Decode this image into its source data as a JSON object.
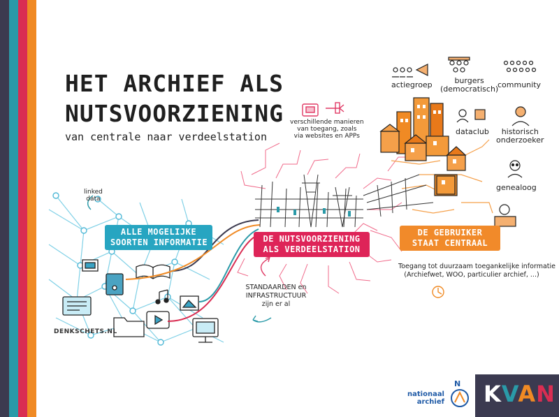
{
  "title": {
    "line1": "HET ARCHIEF ALS",
    "line2": "NUTSVOORZIENING",
    "subtitle": "van centrale naar verdeelstation"
  },
  "linked_data": "linked\ndata",
  "access_note": "verschillende manieren\nvan toegang, zoals\nvia websites en APPs",
  "banners": {
    "information": "ALLE MOGELIJKE\nSOORTEN INFORMATIE",
    "utility": "DE NUTSVOORZIENING\nALS VERDEELSTATION",
    "user": "DE GEBRUIKER\nSTAAT CENTRAAL"
  },
  "users": {
    "actiegroep": "actiegroep",
    "burgers": "burgers\n(democratisch)",
    "community": "community",
    "dataclub": "dataclub",
    "historisch": "historisch\nonderzoeker",
    "genealoog": "genealoog"
  },
  "toegang": "Toegang tot duurzaam toegankelijke informatie\n(Archiefwet, WOO, particulier archief, ...)",
  "standaarden": "STANDAARDEN en\nINFRASTRUCTUUR\nzijn er al",
  "credit": "DENKSCHETS.NL",
  "logos": {
    "nationaal_archief": "nationaal\narchief",
    "na_mark": "NA",
    "kvan": "KVAN"
  },
  "colors": {
    "dark": "#3c3a4f",
    "teal": "#2a9aa8",
    "red": "#d92d52",
    "orange": "#f08a24",
    "blue": "#27a5c1"
  }
}
